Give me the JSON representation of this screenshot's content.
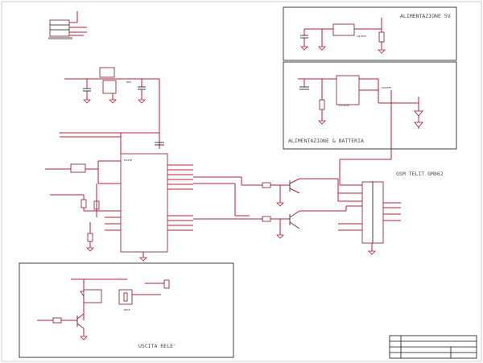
{
  "sections": {
    "power_5v": "ALIMENTAZIONE 5V",
    "battery": "ALIMENTAZIONE & BATTERIA",
    "gsm": "GSM TELIT GM862",
    "relay": "USCITA RELE'"
  },
  "colors": {
    "wire": "#b0213a",
    "frame": "#111111",
    "component": "#7a1a2a"
  }
}
